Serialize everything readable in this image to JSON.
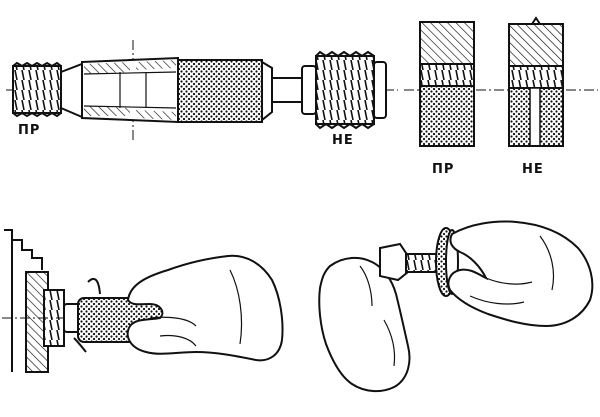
{
  "labels": {
    "plug_go": "ПР",
    "plug_nogo": "НЕ",
    "ring_go": "ПР",
    "ring_nogo": "НЕ"
  },
  "colors": {
    "ink": "#111111",
    "paper": "#ffffff"
  }
}
